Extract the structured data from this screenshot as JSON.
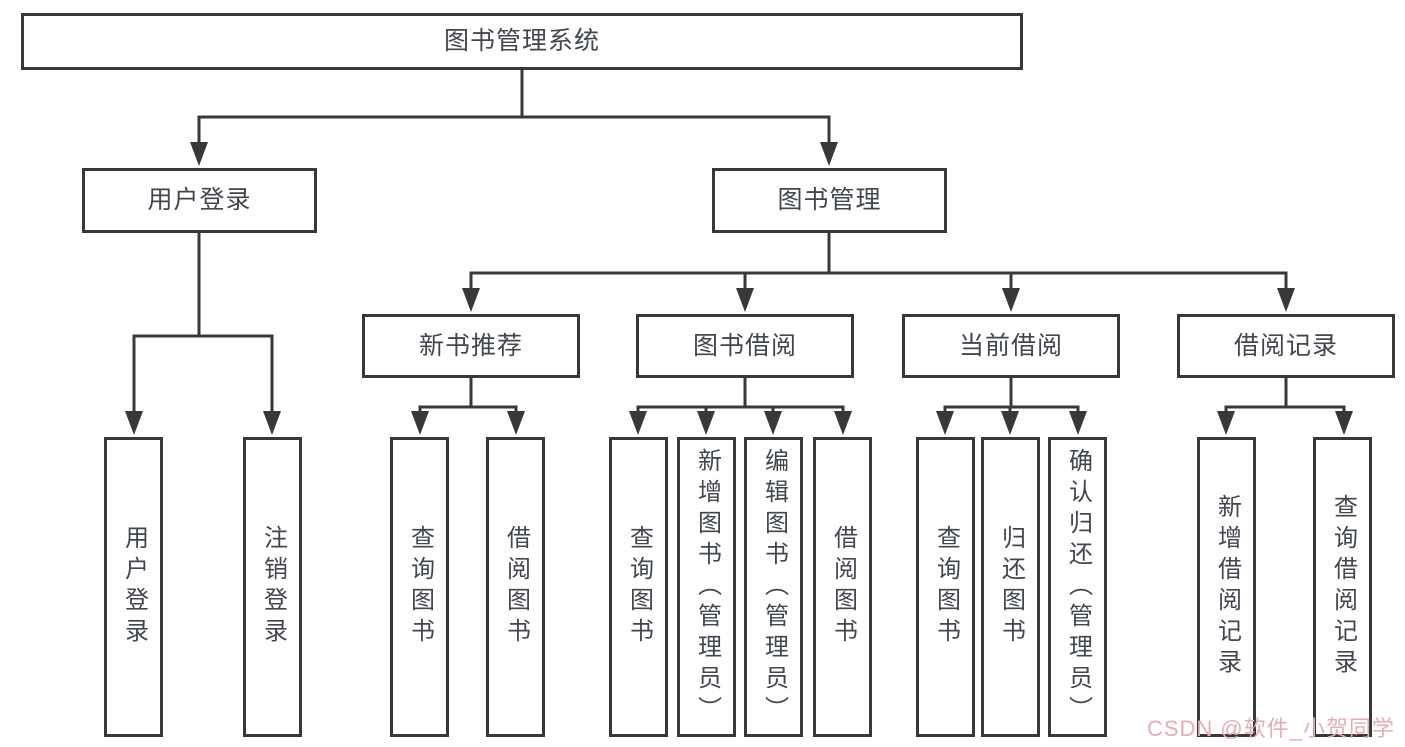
{
  "diagram": {
    "title": "图书管理系统",
    "level2": {
      "user_login": "用户登录",
      "book_management": "图书管理"
    },
    "level3": {
      "new_books": "新书推荐",
      "book_borrow": "图书借阅",
      "current_borrow": "当前借阅",
      "borrow_records": "借阅记录"
    },
    "leaves": {
      "user_login": [
        "用户登录",
        "注销登录"
      ],
      "new_books": [
        "查询图书",
        "借阅图书"
      ],
      "book_borrow": [
        "查询图书",
        "新增图书（管理员）",
        "编辑图书（管理员）",
        "借阅图书"
      ],
      "current_borrow": [
        "查询图书",
        "归还图书",
        "确认归还（管理员）"
      ],
      "borrow_records": [
        "新增借阅记录",
        "查询借阅记录"
      ]
    }
  },
  "colors": {
    "line": "#383838",
    "text": "#42464e",
    "watermark": "#e3aeb6",
    "background": "#ffffff"
  },
  "watermark": {
    "text": "CSDN @软件_小贺同学"
  }
}
